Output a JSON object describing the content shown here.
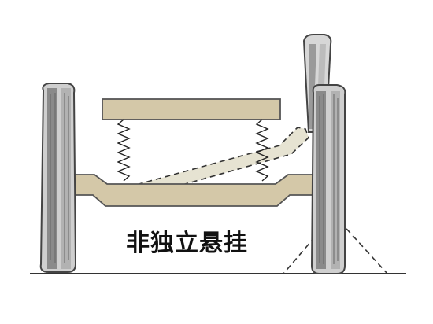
{
  "caption": "非独立悬挂",
  "colors": {
    "frame_fill": "#d4c8a8",
    "frame_stroke": "#555555",
    "tire_dark": "#8a8a8a",
    "tire_light": "#cfcfcf",
    "tire_stroke": "#444444",
    "ghost_fill": "#e6e3d2",
    "dashed_stroke": "#333333",
    "ground": "#333333",
    "text": "#111111"
  },
  "icons": {
    "spring_left": "coil-spring",
    "spring_right": "coil-spring",
    "wheel_left": "wheel-tire",
    "wheel_right": "wheel-tire"
  }
}
